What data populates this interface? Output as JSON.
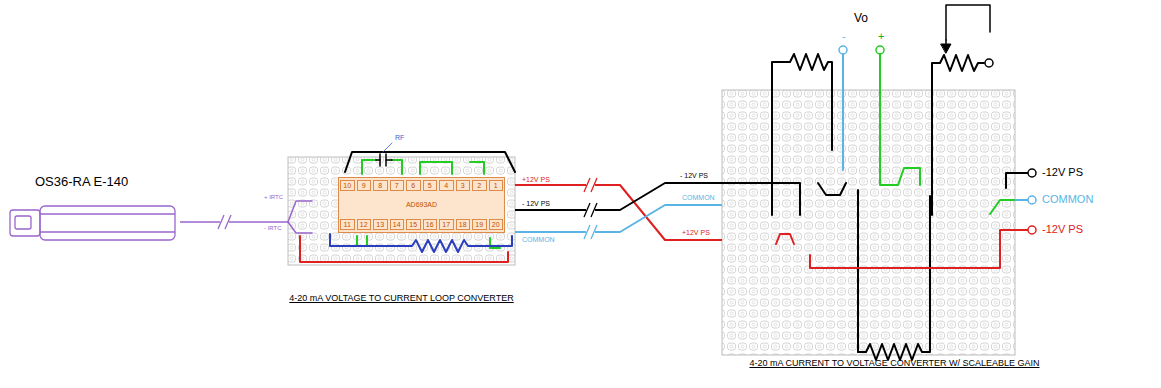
{
  "diagram": {
    "nodes": [
      {
        "text": [
          "OS36-RA E-140"
        ]
      },
      {
        "text": [
          "4-20 mA VOLTAGE TO CURRENT LOOP CONVERTER"
        ]
      },
      {
        "text": [
          "AD693AD"
        ],
        "in": 1
      },
      {
        "text": [
          "4-20 mA CURRENT TO VOLTAGE CONVERTER W/ SCALEABLE GAIN"
        ]
      }
    ],
    "edges": [
      {
        "from": 0,
        "to": 1,
        "arrow": "none"
      },
      {
        "from": 1,
        "to": 3,
        "label": "+12V PS",
        "arrow": "none"
      },
      {
        "from": 1,
        "to": 3,
        "label": "- 12V PS",
        "arrow": "none"
      },
      {
        "from": 1,
        "to": 3,
        "label": "COMMON",
        "arrow": "none"
      }
    ],
    "labels": [
      "+ IRTC",
      "- IRTC",
      "RF",
      "10",
      "9",
      "8",
      "7",
      "6",
      "5",
      "4",
      "3",
      "2",
      "1",
      "11",
      "12",
      "13",
      "14",
      "15",
      "16",
      "17",
      "18",
      "19",
      "20",
      "- 12V PS",
      "COMMON",
      "+12V PS",
      "Vo",
      "-",
      "+",
      "-12V PS",
      "COMMON",
      "-12V PS"
    ]
  }
}
